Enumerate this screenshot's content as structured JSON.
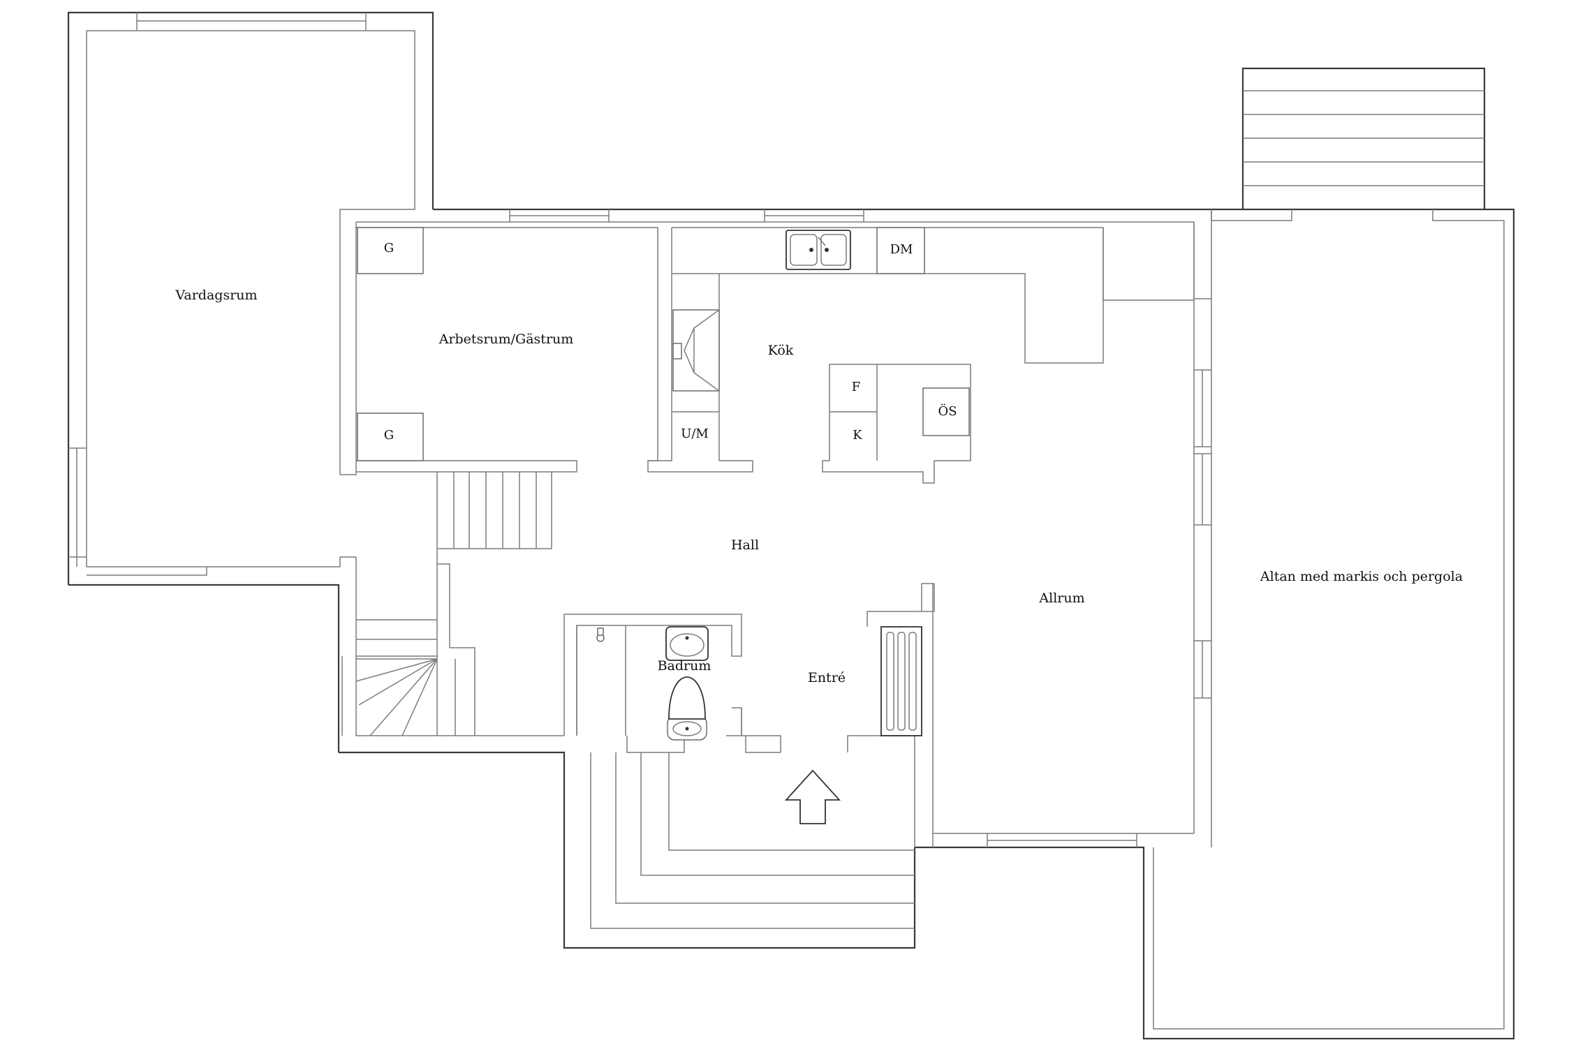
{
  "rooms": {
    "vardagsrum": "Vardagsrum",
    "arbetsrum": "Arbetsrum/Gästrum",
    "kok": "Kök",
    "hall": "Hall",
    "badrum": "Badrum",
    "entre": "Entré",
    "allrum": "Allrum",
    "altan": "Altan med markis och pergola"
  },
  "fixtures": {
    "g_top": "G",
    "g_bottom": "G",
    "dm": "DM",
    "um": "U/M",
    "f": "F",
    "k": "K",
    "os": "ÖS"
  },
  "colors": {
    "wall": "#3a3a3a",
    "thin_line": "#7c7c7c",
    "background": "#ffffff"
  }
}
